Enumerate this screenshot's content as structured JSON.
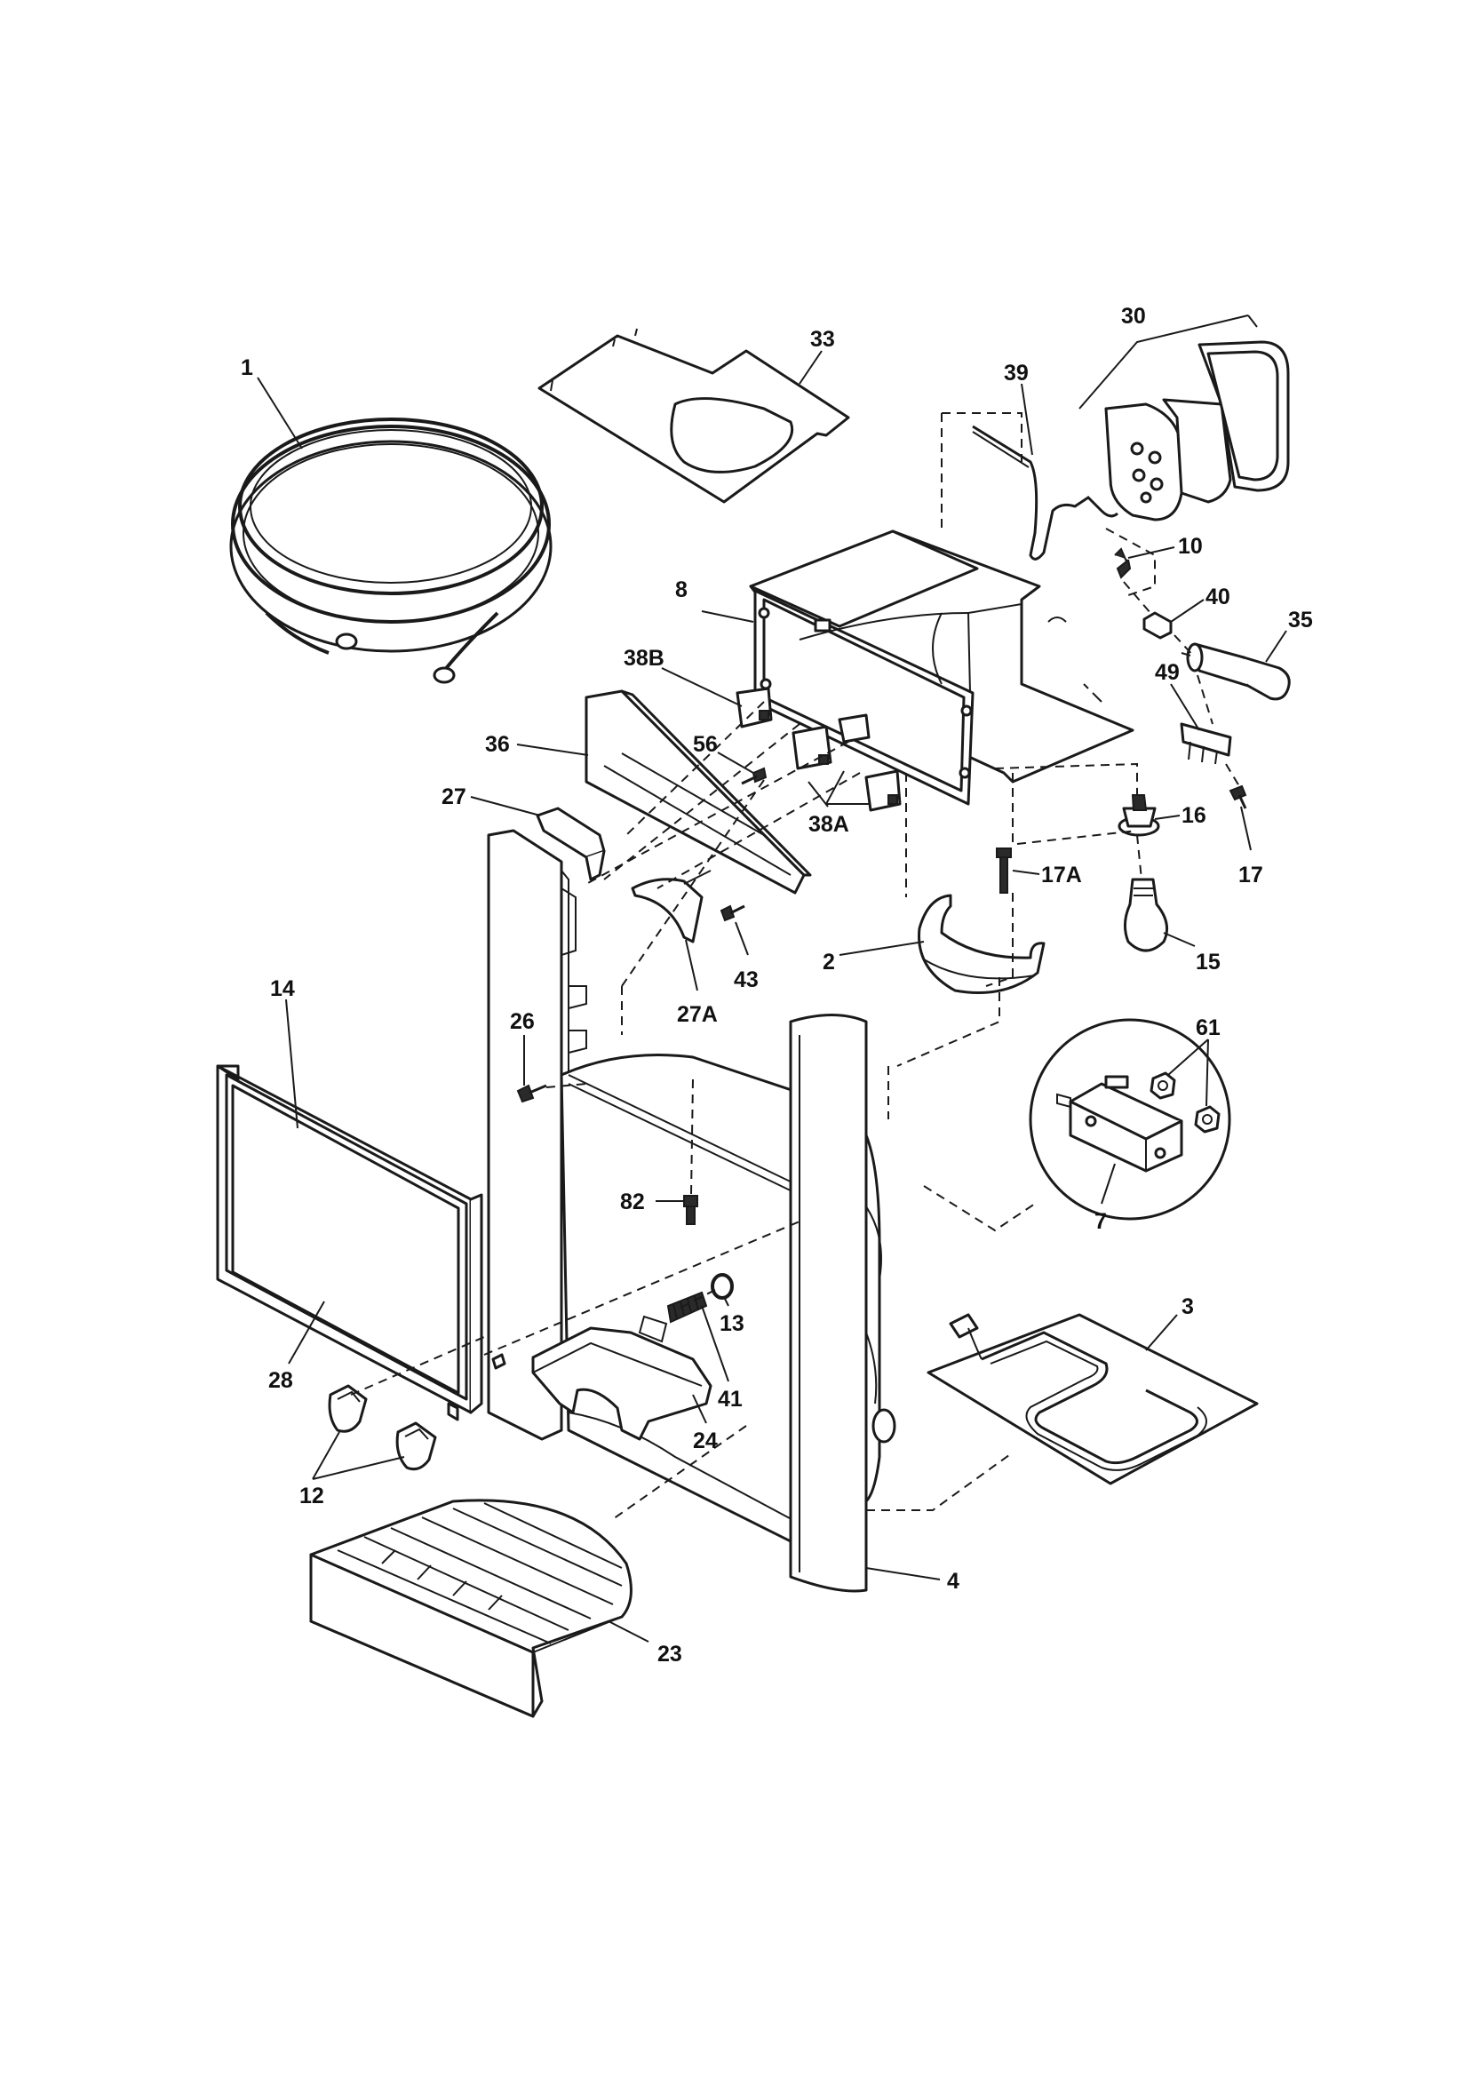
{
  "diagram": {
    "type": "exploded-parts-diagram",
    "callouts": [
      {
        "id": "c1",
        "label": "1"
      },
      {
        "id": "c33",
        "label": "33"
      },
      {
        "id": "c30",
        "label": "30"
      },
      {
        "id": "c39",
        "label": "39"
      },
      {
        "id": "c10",
        "label": "10"
      },
      {
        "id": "c8",
        "label": "8"
      },
      {
        "id": "c40",
        "label": "40"
      },
      {
        "id": "c35",
        "label": "35"
      },
      {
        "id": "c38B",
        "label": "38B"
      },
      {
        "id": "c49",
        "label": "49"
      },
      {
        "id": "c56",
        "label": "56"
      },
      {
        "id": "c36",
        "label": "36"
      },
      {
        "id": "c27",
        "label": "27"
      },
      {
        "id": "c38A",
        "label": "38A"
      },
      {
        "id": "c16",
        "label": "16"
      },
      {
        "id": "c17",
        "label": "17"
      },
      {
        "id": "c17A",
        "label": "17A"
      },
      {
        "id": "c43",
        "label": "43"
      },
      {
        "id": "c2",
        "label": "2"
      },
      {
        "id": "c15",
        "label": "15"
      },
      {
        "id": "c27A",
        "label": "27A"
      },
      {
        "id": "c14",
        "label": "14"
      },
      {
        "id": "c26",
        "label": "26"
      },
      {
        "id": "c61",
        "label": "61"
      },
      {
        "id": "c82",
        "label": "82"
      },
      {
        "id": "c7",
        "label": "7"
      },
      {
        "id": "c13",
        "label": "13"
      },
      {
        "id": "c3",
        "label": "3"
      },
      {
        "id": "c41",
        "label": "41"
      },
      {
        "id": "c28",
        "label": "28"
      },
      {
        "id": "c24",
        "label": "24"
      },
      {
        "id": "c12",
        "label": "12"
      },
      {
        "id": "c4",
        "label": "4"
      },
      {
        "id": "c23",
        "label": "23"
      }
    ]
  }
}
